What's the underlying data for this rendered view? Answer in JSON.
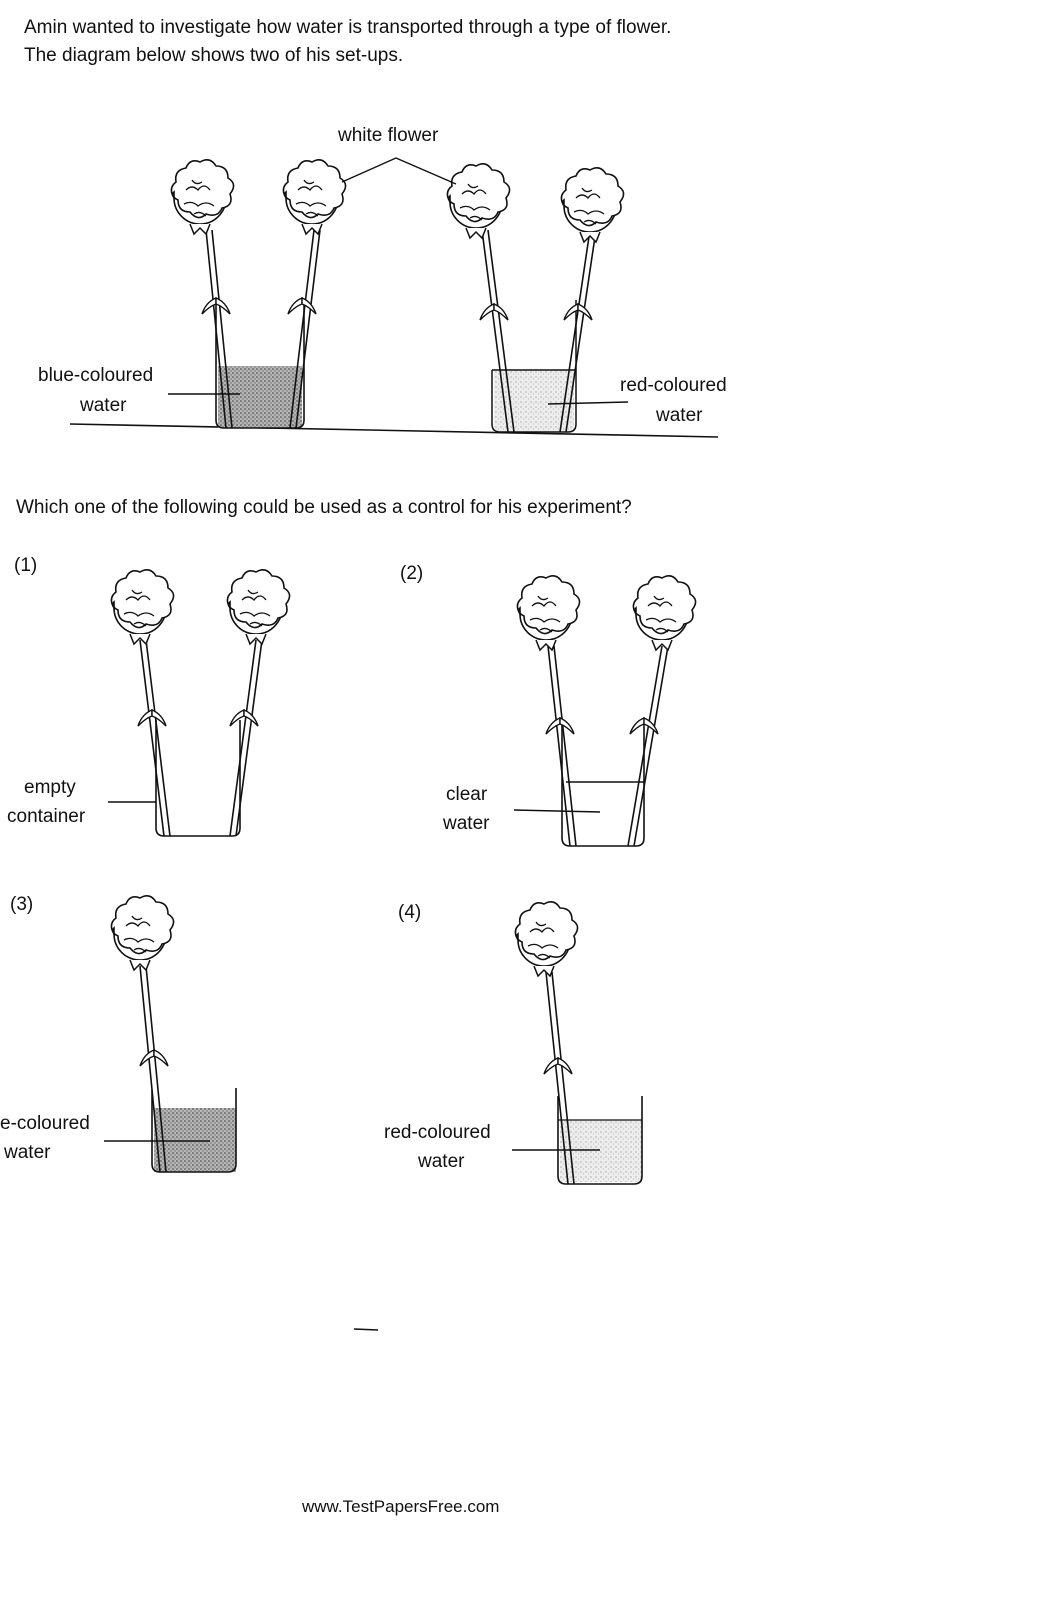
{
  "question": {
    "intro_line1": "Amin wanted to investigate how water is transported through a type of flower.",
    "intro_line2": "The diagram below shows two of his set-ups.",
    "prompt": "Which one of the following could be used as a control for his experiment?"
  },
  "main_diagram": {
    "flower_label": "white flower",
    "blue_label_1": "blue-coloured",
    "blue_label_2": "water",
    "red_label_1": "red-coloured",
    "red_label_2": "water"
  },
  "options": [
    {
      "number": "(1)",
      "label_1": "empty",
      "label_2": "container"
    },
    {
      "number": "(2)",
      "label_1": "clear",
      "label_2": "water"
    },
    {
      "number": "(3)",
      "label_1": "e-coloured",
      "label_2": "water"
    },
    {
      "number": "(4)",
      "label_1": "red-coloured",
      "label_2": "water"
    }
  ],
  "footer": "www.TestPapersFree.com",
  "colors": {
    "ink": "#111111",
    "blue_water": "#9a9a9a",
    "red_water": "#dcdcdc"
  },
  "icons": [
    "flower-icon",
    "beaker-icon"
  ]
}
